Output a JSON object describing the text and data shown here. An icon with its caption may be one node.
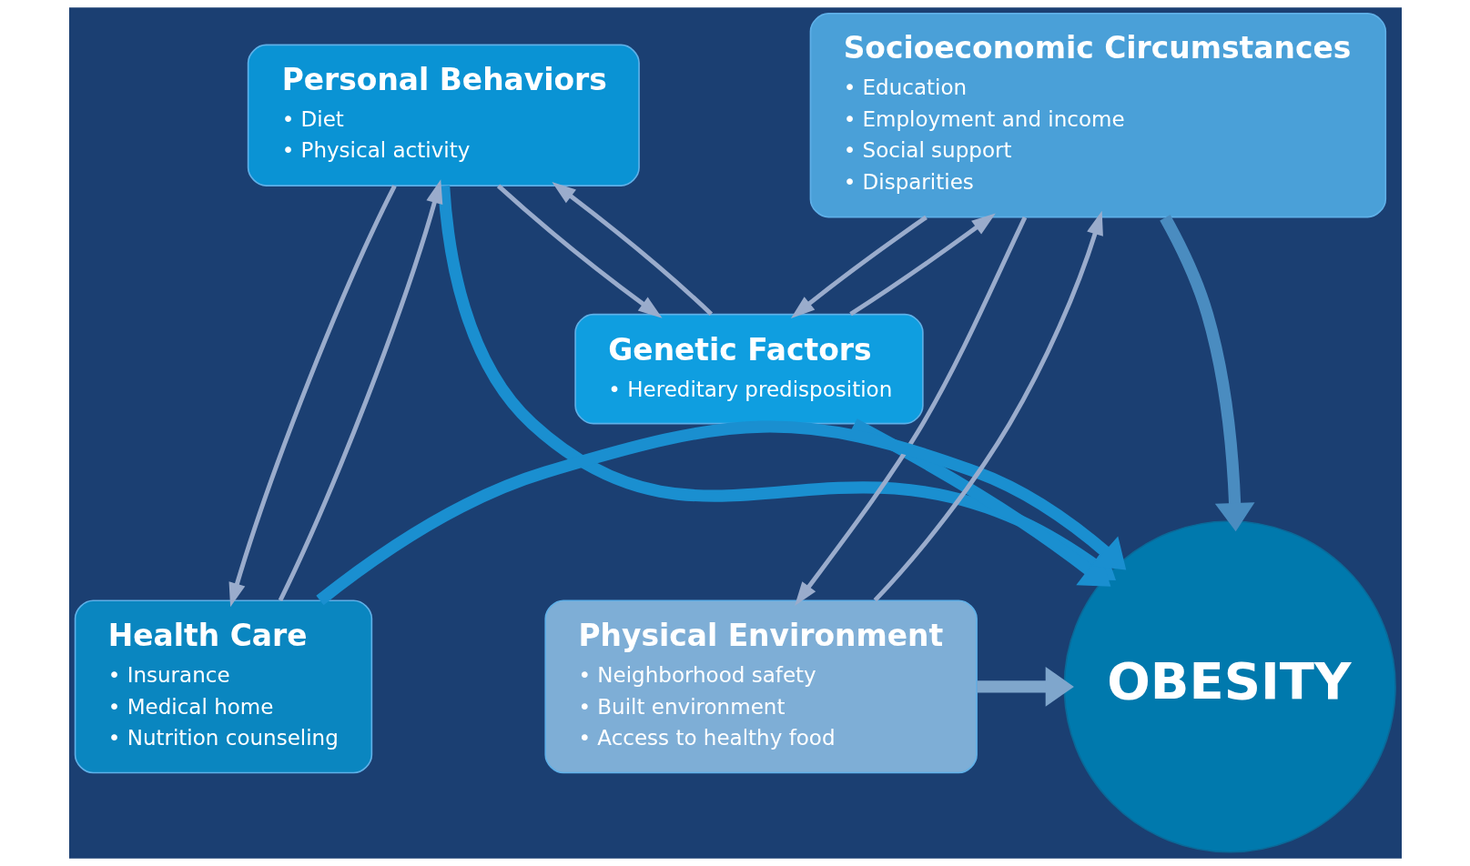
{
  "diagram": {
    "nodes": [
      {
        "text": [
          "Genetic Factors",
          "• Hereditary predisposition"
        ]
      },
      {
        "text": [
          "Personal Behaviors",
          "• Diet",
          "• Physical activity"
        ]
      },
      {
        "text": [
          "Socioeconomic Circumstances",
          "• Education",
          "• Employment and income",
          "• Social support",
          "• Disparities"
        ]
      },
      {
        "text": [
          "Health Care",
          "• Insurance",
          "• Medical home",
          "• Nutrition counseling"
        ]
      },
      {
        "text": [
          "OBESITY"
        ]
      },
      {
        "text": [
          "Physical Environment",
          "• Neighborhood safety",
          "• Built environment",
          "• Access to healthy food"
        ]
      }
    ],
    "edges": [
      {
        "from": 0,
        "to": 1,
        "arrow": "to"
      },
      {
        "from": 1,
        "to": 0,
        "arrow": "to"
      },
      {
        "from": 0,
        "to": 2,
        "arrow": "to"
      },
      {
        "from": 2,
        "to": 0,
        "arrow": "to"
      },
      {
        "from": 1,
        "to": 3,
        "arrow": "to"
      },
      {
        "from": 3,
        "to": 1,
        "arrow": "to"
      },
      {
        "from": 2,
        "to": 5,
        "arrow": "to"
      },
      {
        "from": 5,
        "to": 2,
        "arrow": "to"
      },
      {
        "from": 1,
        "to": 4,
        "arrow": "to",
        "style": "thick",
        "color": "#1a8fd0"
      },
      {
        "from": 0,
        "to": 4,
        "arrow": "to",
        "style": "thick",
        "color": "#1a8fd0"
      },
      {
        "from": 2,
        "to": 4,
        "arrow": "to",
        "style": "thick",
        "color": "#4a8cc0"
      },
      {
        "from": 3,
        "to": 4,
        "arrow": "to",
        "style": "thick",
        "color": "#1a8fd0"
      },
      {
        "from": 5,
        "to": 4,
        "arrow": "to",
        "style": "thick",
        "color": "#7fa6cc"
      }
    ]
  }
}
